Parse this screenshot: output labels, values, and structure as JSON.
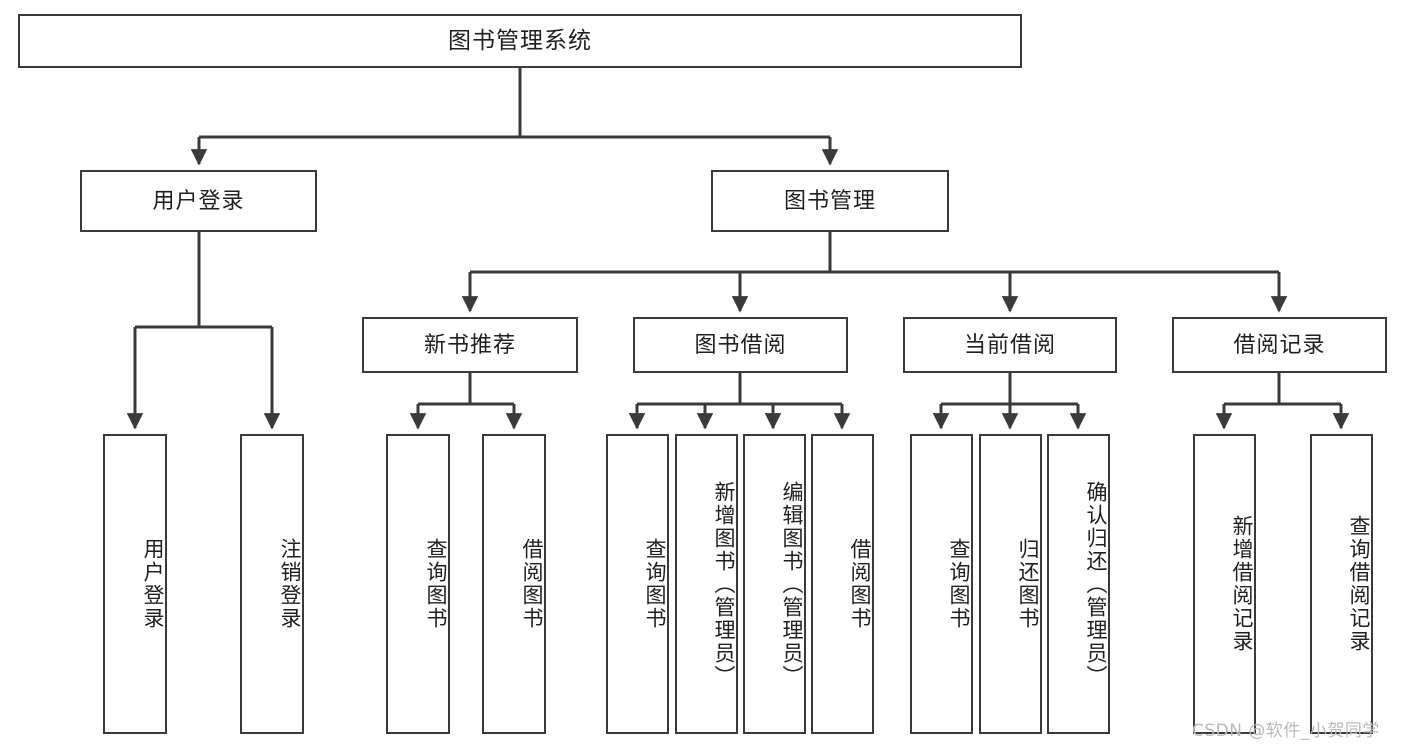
{
  "diagram": {
    "title": "图书管理系统",
    "type": "hierarchy-tree",
    "stroke_color": "#3a3a3a",
    "fill_color": "#ffffff",
    "text_color": "#1f1f1f"
  },
  "root": {
    "label": "图书管理系统"
  },
  "level2": [
    {
      "label": "用户登录"
    },
    {
      "label": "图书管理"
    }
  ],
  "level3": [
    {
      "label": "新书推荐"
    },
    {
      "label": "图书借阅"
    },
    {
      "label": "当前借阅"
    },
    {
      "label": "借阅记录"
    }
  ],
  "leaves": {
    "user_login": [
      {
        "label": "用户登录"
      },
      {
        "label": "注销登录"
      }
    ],
    "new_book_recommend": [
      {
        "label": "查询图书"
      },
      {
        "label": "借阅图书"
      }
    ],
    "book_borrow": [
      {
        "label": "查询图书"
      },
      {
        "label": "新增图书（管理员）"
      },
      {
        "label": "编辑图书（管理员）"
      },
      {
        "label": "借阅图书"
      }
    ],
    "current_borrow": [
      {
        "label": "查询图书"
      },
      {
        "label": "归还图书"
      },
      {
        "label": "确认归还（管理员）"
      }
    ],
    "borrow_record": [
      {
        "label": "新增借阅记录"
      },
      {
        "label": "查询借阅记录"
      }
    ]
  },
  "watermark": {
    "text": "CSDN @软件_小贺同学"
  }
}
